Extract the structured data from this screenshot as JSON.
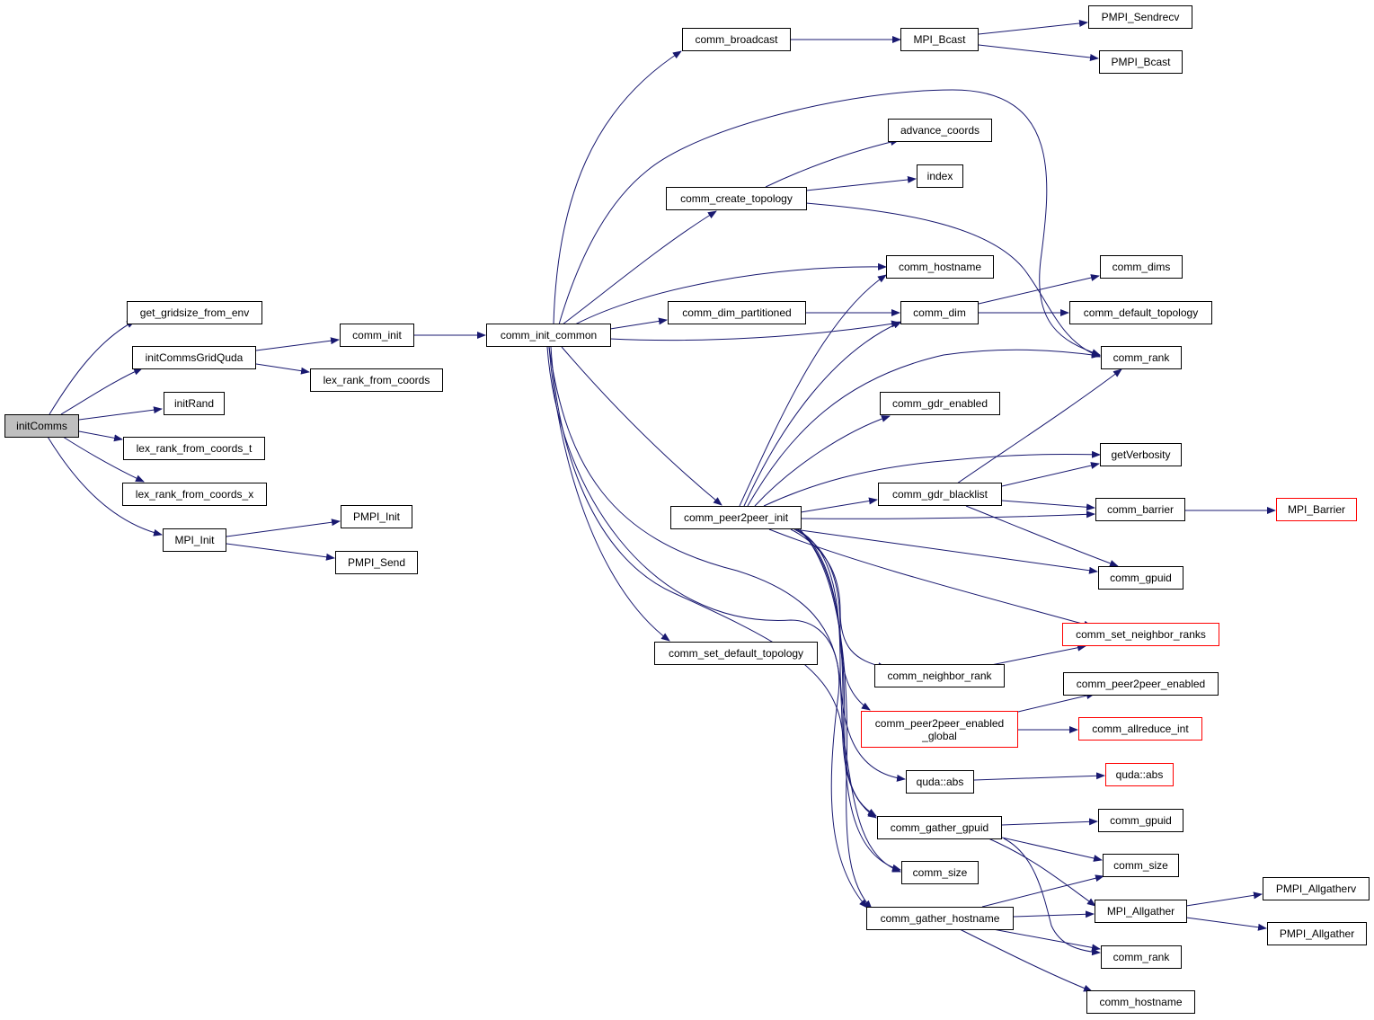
{
  "colors": {
    "edge": "#191970",
    "node_border": "#000000",
    "truncated_border": "#ff0000",
    "root_fill": "#bfbfbf"
  },
  "nodes": {
    "initComms": "initComms",
    "get_gridsize_from_env": "get_gridsize_from_env",
    "initCommsGridQuda": "initCommsGridQuda",
    "initRand": "initRand",
    "lex_rank_from_coords_t": "lex_rank_from_coords_t",
    "lex_rank_from_coords_x": "lex_rank_from_coords_x",
    "MPI_Init": "MPI_Init",
    "comm_init": "comm_init",
    "lex_rank_from_coords": "lex_rank_from_coords",
    "PMPI_Init": "PMPI_Init",
    "PMPI_Send": "PMPI_Send",
    "comm_init_common": "comm_init_common",
    "comm_broadcast": "comm_broadcast",
    "comm_create_topology": "comm_create_topology",
    "comm_dim_partitioned": "comm_dim_partitioned",
    "comm_peer2peer_init": "comm_peer2peer_init",
    "comm_set_default_topology": "comm_set_default_topology",
    "MPI_Bcast": "MPI_Bcast",
    "PMPI_Sendrecv": "PMPI_Sendrecv",
    "PMPI_Bcast": "PMPI_Bcast",
    "advance_coords": "advance_coords",
    "index": "index",
    "comm_hostname": "comm_hostname",
    "comm_dim": "comm_dim",
    "comm_dims": "comm_dims",
    "comm_default_topology": "comm_default_topology",
    "comm_rank": "comm_rank",
    "comm_gdr_enabled": "comm_gdr_enabled",
    "getVerbosity": "getVerbosity",
    "comm_gdr_blacklist": "comm_gdr_blacklist",
    "comm_barrier": "comm_barrier",
    "MPI_Barrier": "MPI_Barrier",
    "comm_gpuid": "comm_gpuid",
    "comm_set_neighbor_ranks": "comm_set_neighbor_ranks",
    "comm_neighbor_rank": "comm_neighbor_rank",
    "comm_peer2peer_enabled": "comm_peer2peer_enabled",
    "comm_peer2peer_enabled_global": "comm_peer2peer_enabled\n_global",
    "comm_allreduce_int": "comm_allreduce_int",
    "quda_abs_a": "quda::abs",
    "quda_abs_b": "quda::abs",
    "comm_gather_gpuid": "comm_gather_gpuid",
    "comm_gpuid_2": "comm_gpuid",
    "comm_size_a": "comm_size",
    "comm_size_b": "comm_size",
    "MPI_Allgather": "MPI_Allgather",
    "PMPI_Allgatherv": "PMPI_Allgatherv",
    "PMPI_Allgather": "PMPI_Allgather",
    "comm_gather_hostname": "comm_gather_hostname",
    "comm_rank_2": "comm_rank",
    "comm_hostname_2": "comm_hostname"
  }
}
